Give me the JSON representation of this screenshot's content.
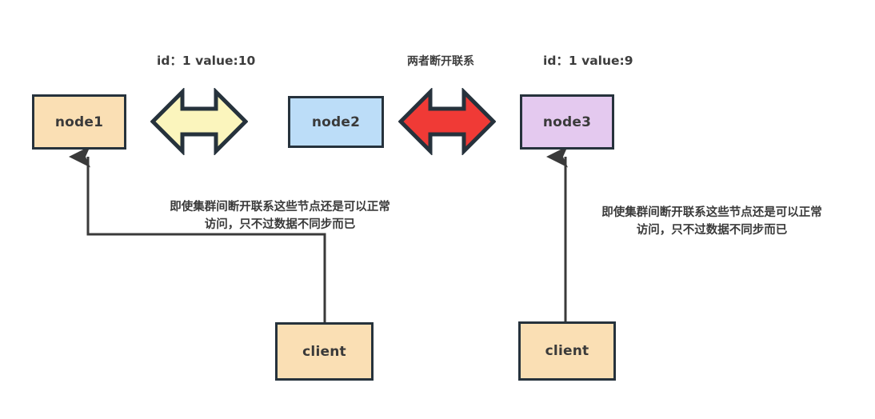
{
  "diagram": {
    "title": "Cluster partition tolerance diagram",
    "background": "#ffffff",
    "stroke_color": "#26323c",
    "line_color": "#3a3a3a",
    "text_color": "#3a3a3a"
  },
  "nodes": [
    {
      "id": "node1",
      "label": "node1",
      "fill": "#fadfb4"
    },
    {
      "id": "node2",
      "label": "node2",
      "fill": "#bcddf8"
    },
    {
      "id": "node3",
      "label": "node3",
      "fill": "#e4c9ef"
    },
    {
      "id": "client1",
      "label": "client",
      "fill": "#fadfb4"
    },
    {
      "id": "client2",
      "label": "client",
      "fill": "#fadfb4"
    }
  ],
  "labels": {
    "left_state": "id：1 value:10",
    "middle_state": "两者断开联系",
    "right_state": "id：1 value:9"
  },
  "connectors": [
    {
      "id": "sync-arrow",
      "kind": "double-arrow",
      "fill": "#fbf5bd",
      "state": "connected"
    },
    {
      "id": "break-arrow",
      "kind": "double-arrow",
      "fill": "#f03a36",
      "state": "disconnected"
    }
  ],
  "notes": {
    "left": "即使集群间断开联系这些节点还是可以正常\n访问，只不过数据不同步而已",
    "right": "即使集群间断开联系这些节点还是可以正常\n访问，只不过数据不同步而已"
  }
}
